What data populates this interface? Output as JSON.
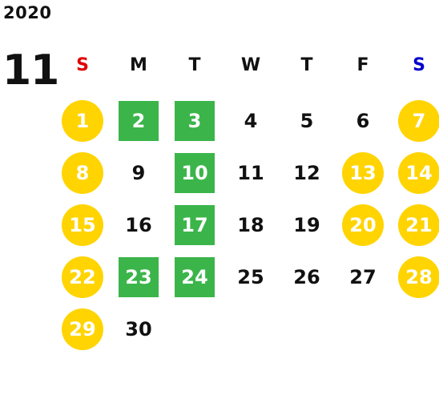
{
  "year": "2020",
  "month": "11",
  "weekdays": [
    {
      "label": "S",
      "type": "sun"
    },
    {
      "label": "M",
      "type": "weekday"
    },
    {
      "label": "T",
      "type": "weekday"
    },
    {
      "label": "W",
      "type": "weekday"
    },
    {
      "label": "T",
      "type": "weekday"
    },
    {
      "label": "F",
      "type": "weekday"
    },
    {
      "label": "S",
      "type": "sat"
    }
  ],
  "days": [
    {
      "day": "1",
      "style": "holiday"
    },
    {
      "day": "2",
      "style": "marked"
    },
    {
      "day": "3",
      "style": "marked"
    },
    {
      "day": "4",
      "style": "plain"
    },
    {
      "day": "5",
      "style": "plain"
    },
    {
      "day": "6",
      "style": "plain"
    },
    {
      "day": "7",
      "style": "holiday"
    },
    {
      "day": "8",
      "style": "holiday"
    },
    {
      "day": "9",
      "style": "plain"
    },
    {
      "day": "10",
      "style": "marked"
    },
    {
      "day": "11",
      "style": "plain"
    },
    {
      "day": "12",
      "style": "plain"
    },
    {
      "day": "13",
      "style": "holiday"
    },
    {
      "day": "14",
      "style": "holiday"
    },
    {
      "day": "15",
      "style": "holiday"
    },
    {
      "day": "16",
      "style": "plain"
    },
    {
      "day": "17",
      "style": "marked"
    },
    {
      "day": "18",
      "style": "plain"
    },
    {
      "day": "19",
      "style": "plain"
    },
    {
      "day": "20",
      "style": "holiday"
    },
    {
      "day": "21",
      "style": "holiday"
    },
    {
      "day": "22",
      "style": "holiday"
    },
    {
      "day": "23",
      "style": "marked"
    },
    {
      "day": "24",
      "style": "marked"
    },
    {
      "day": "25",
      "style": "plain"
    },
    {
      "day": "26",
      "style": "plain"
    },
    {
      "day": "27",
      "style": "plain"
    },
    {
      "day": "28",
      "style": "holiday"
    },
    {
      "day": "29",
      "style": "holiday"
    },
    {
      "day": "30",
      "style": "plain"
    }
  ],
  "colors": {
    "holiday": "#ffd400",
    "marked": "#3bb54a",
    "sunday": "#e00000",
    "saturday": "#0000cc"
  }
}
